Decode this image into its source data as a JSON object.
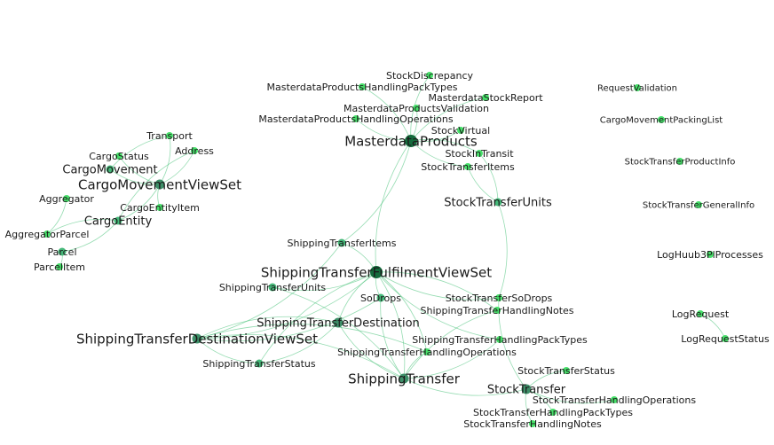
{
  "colors": {
    "leaf": "#47e06a",
    "mid": "#45b879",
    "hub": "#3d8f68",
    "core": "#146b3c",
    "edge": "#3fbf73"
  },
  "nodes": [
    {
      "id": "MasterdataProducts",
      "level": "core"
    },
    {
      "id": "StockDiscrepancy",
      "level": "leaf"
    },
    {
      "id": "MasterdataProductsHandlingPackTypes",
      "level": "leaf"
    },
    {
      "id": "MasterdataStockReport",
      "level": "leaf"
    },
    {
      "id": "MasterdataProductsValidation",
      "level": "leaf"
    },
    {
      "id": "MasterdataProductsHandlingOperations",
      "level": "leaf"
    },
    {
      "id": "StockVirtual",
      "level": "leaf"
    },
    {
      "id": "StockInTransit",
      "level": "leaf"
    },
    {
      "id": "StockTransferItems",
      "level": "leaf"
    },
    {
      "id": "StockTransferUnits",
      "level": "mid"
    },
    {
      "id": "RequestValidation",
      "level": "leaf"
    },
    {
      "id": "CargoMovementPackingList",
      "level": "leaf"
    },
    {
      "id": "StockTransferProductInfo",
      "level": "leaf"
    },
    {
      "id": "StockTransferGeneralInfo",
      "level": "leaf"
    },
    {
      "id": "LogHuub3PlProcesses",
      "level": "leaf"
    },
    {
      "id": "LogRequest",
      "level": "leaf"
    },
    {
      "id": "LogRequestStatus",
      "level": "leaf"
    },
    {
      "id": "Transport",
      "level": "leaf"
    },
    {
      "id": "CargoStatus",
      "level": "leaf"
    },
    {
      "id": "Address",
      "level": "leaf"
    },
    {
      "id": "CargoMovement",
      "level": "mid"
    },
    {
      "id": "CargoMovementViewSet",
      "level": "hub"
    },
    {
      "id": "Aggregator",
      "level": "leaf"
    },
    {
      "id": "CargoEntityItem",
      "level": "leaf"
    },
    {
      "id": "CargoEntity",
      "level": "mid"
    },
    {
      "id": "AggregatorParcel",
      "level": "leaf"
    },
    {
      "id": "Parcel",
      "level": "mid"
    },
    {
      "id": "ParcelItem",
      "level": "leaf"
    },
    {
      "id": "ShippingTransferItems",
      "level": "mid"
    },
    {
      "id": "ShippingTransferFulfilmentViewSet",
      "level": "core"
    },
    {
      "id": "ShippingTransferUnits",
      "level": "mid"
    },
    {
      "id": "SoDrops",
      "level": "mid"
    },
    {
      "id": "StockTransferSoDrops",
      "level": "leaf"
    },
    {
      "id": "ShippingTransferHandlingNotes",
      "level": "leaf"
    },
    {
      "id": "ShippingTransferDestination",
      "level": "hub"
    },
    {
      "id": "ShippingTransferDestinationViewSet",
      "level": "hub"
    },
    {
      "id": "ShippingTransferHandlingPackTypes",
      "level": "leaf"
    },
    {
      "id": "ShippingTransferHandlingOperations",
      "level": "leaf"
    },
    {
      "id": "ShippingTransferStatus",
      "level": "mid"
    },
    {
      "id": "ShippingTransfer",
      "level": "hub"
    },
    {
      "id": "StockTransfer",
      "level": "hub"
    },
    {
      "id": "StockTransferStatus",
      "level": "leaf"
    },
    {
      "id": "StockTransferHandlingOperations",
      "level": "leaf"
    },
    {
      "id": "StockTransferHandlingPackTypes",
      "level": "leaf"
    },
    {
      "id": "StockTransferHandlingNotes",
      "level": "leaf"
    }
  ],
  "edges": [
    [
      "MasterdataProducts",
      "StockDiscrepancy"
    ],
    [
      "MasterdataProducts",
      "MasterdataProductsHandlingPackTypes"
    ],
    [
      "MasterdataProducts",
      "MasterdataStockReport"
    ],
    [
      "MasterdataProducts",
      "MasterdataProductsValidation"
    ],
    [
      "MasterdataProducts",
      "MasterdataProductsHandlingOperations"
    ],
    [
      "MasterdataProducts",
      "StockVirtual"
    ],
    [
      "MasterdataProducts",
      "StockInTransit"
    ],
    [
      "MasterdataProducts",
      "StockTransferItems"
    ],
    [
      "MasterdataProducts",
      "ShippingTransferItems"
    ],
    [
      "MasterdataProducts",
      "ShippingTransferFulfilmentViewSet"
    ],
    [
      "StockInTransit",
      "StockTransferUnits"
    ],
    [
      "StockTransferItems",
      "StockTransferUnits"
    ],
    [
      "StockTransferUnits",
      "StockTransferSoDrops"
    ],
    [
      "StockTransferSoDrops",
      "StockTransfer"
    ],
    [
      "LogRequest",
      "LogRequestStatus"
    ],
    [
      "Transport",
      "CargoMovement"
    ],
    [
      "Transport",
      "CargoMovementViewSet"
    ],
    [
      "CargoStatus",
      "CargoMovementViewSet"
    ],
    [
      "Address",
      "CargoMovementViewSet"
    ],
    [
      "CargoMovement",
      "CargoMovementViewSet"
    ],
    [
      "CargoMovementViewSet",
      "CargoEntity"
    ],
    [
      "CargoMovementViewSet",
      "CargoEntityItem"
    ],
    [
      "Aggregator",
      "AggregatorParcel"
    ],
    [
      "CargoEntity",
      "AggregatorParcel"
    ],
    [
      "CargoEntity",
      "Parcel"
    ],
    [
      "Address",
      "CargoEntity"
    ],
    [
      "Parcel",
      "ParcelItem"
    ],
    [
      "ShippingTransferFulfilmentViewSet",
      "ShippingTransferItems"
    ],
    [
      "ShippingTransferFulfilmentViewSet",
      "ShippingTransferUnits"
    ],
    [
      "ShippingTransferFulfilmentViewSet",
      "SoDrops"
    ],
    [
      "ShippingTransferFulfilmentViewSet",
      "ShippingTransferHandlingNotes"
    ],
    [
      "ShippingTransferFulfilmentViewSet",
      "ShippingTransferDestination"
    ],
    [
      "ShippingTransferFulfilmentViewSet",
      "ShippingTransferDestinationViewSet"
    ],
    [
      "ShippingTransferFulfilmentViewSet",
      "ShippingTransferHandlingPackTypes"
    ],
    [
      "ShippingTransferFulfilmentViewSet",
      "ShippingTransferHandlingOperations"
    ],
    [
      "ShippingTransferFulfilmentViewSet",
      "ShippingTransferStatus"
    ],
    [
      "ShippingTransferFulfilmentViewSet",
      "ShippingTransfer"
    ],
    [
      "ShippingTransferFulfilmentViewSet",
      "StockTransferSoDrops"
    ],
    [
      "ShippingTransferDestinationViewSet",
      "ShippingTransferDestination"
    ],
    [
      "ShippingTransferDestinationViewSet",
      "ShippingTransferStatus"
    ],
    [
      "ShippingTransferDestinationViewSet",
      "ShippingTransfer"
    ],
    [
      "ShippingTransferDestinationViewSet",
      "SoDrops"
    ],
    [
      "ShippingTransferDestinationViewSet",
      "ShippingTransferHandlingOperations"
    ],
    [
      "ShippingTransferDestinationViewSet",
      "ShippingTransferItems"
    ],
    [
      "ShippingTransferUnits",
      "ShippingTransfer"
    ],
    [
      "ShippingTransferDestination",
      "ShippingTransfer"
    ],
    [
      "ShippingTransferDestination",
      "ShippingTransferStatus"
    ],
    [
      "SoDrops",
      "ShippingTransfer"
    ],
    [
      "ShippingTransfer",
      "ShippingTransferHandlingNotes"
    ],
    [
      "ShippingTransfer",
      "ShippingTransferHandlingPackTypes"
    ],
    [
      "ShippingTransfer",
      "ShippingTransferHandlingOperations"
    ],
    [
      "ShippingTransfer",
      "StockTransfer"
    ],
    [
      "StockTransfer",
      "StockTransferStatus"
    ],
    [
      "StockTransfer",
      "StockTransferHandlingOperations"
    ],
    [
      "StockTransfer",
      "StockTransferHandlingPackTypes"
    ],
    [
      "StockTransfer",
      "StockTransferHandlingNotes"
    ]
  ]
}
